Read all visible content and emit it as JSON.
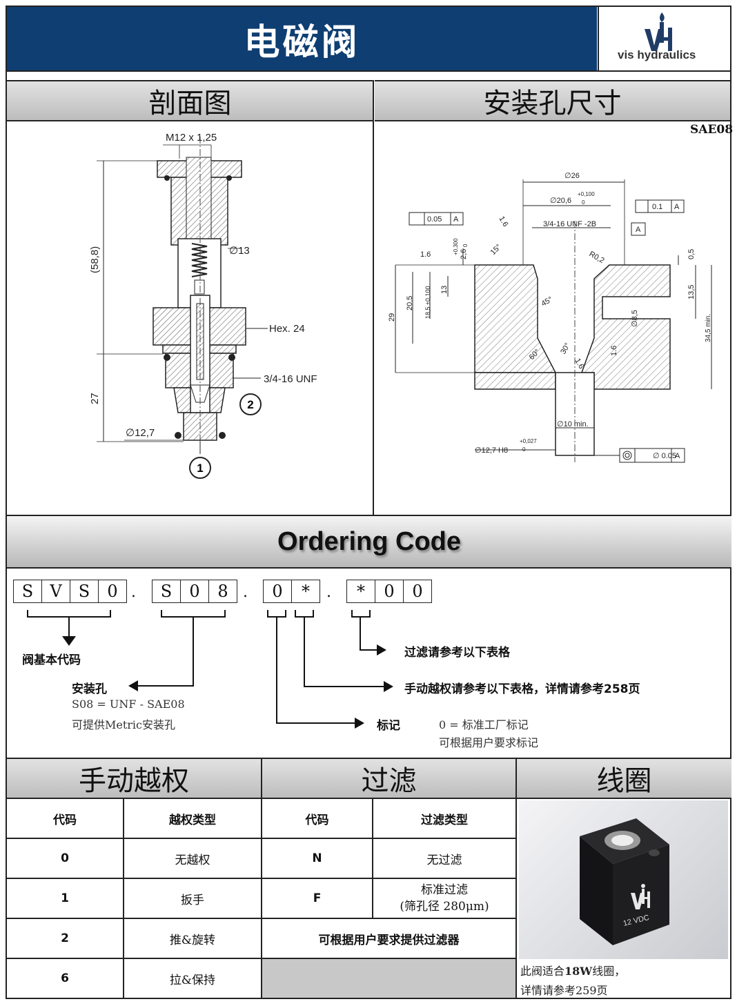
{
  "header": {
    "title": "电磁阀",
    "logo_text": "vis hydraulics"
  },
  "sections": {
    "cross_section": "剖面图",
    "mounting_hole": "安装孔尺寸",
    "cavity_code": "SAE08",
    "ordering": "Ordering Code",
    "override": "手动越权",
    "filter": "过滤",
    "coil": "线圈"
  },
  "cross_section_labels": {
    "thread": "M12 x 1,25",
    "length_top": "(58,8)",
    "diameter_13": "∅13",
    "hex": "Hex. 24",
    "unf": "3/4-16 UNF",
    "length_bottom": "27",
    "diameter_127": "∅12,7",
    "port1": "1",
    "port2": "2"
  },
  "cavity_labels": {
    "d26": "∅26",
    "d206": "∅20,6",
    "d206_tol_upper": "+0,100",
    "d206_tol_lower": "0",
    "unf": "3/4-16 UNF -2B",
    "perp": "0.05",
    "datum": "A",
    "runout": "0.1",
    "r02": "R0,2",
    "ang15": "15°",
    "ang45": "45°",
    "ang60": "60°",
    "ang30": "30°",
    "rough16": "1.6",
    "d85": "∅8,5",
    "d10min": "∅10 min.",
    "d127h8": "∅12,7 H8",
    "d127_tol_upper": "+0,027",
    "d127_tol_lower": "0",
    "conc": "∅ 0.05",
    "v26": "2,6",
    "v26_tol_upper": "+0,300",
    "v26_tol_lower": "0",
    "v13": "13",
    "v185": "18,5 ±0,100",
    "v205": "20,5",
    "v29": "29",
    "v05": "0,5",
    "v135": "13,5",
    "v345": "34,5 min."
  },
  "ordering": {
    "group1": [
      "S",
      "V",
      "S",
      "0"
    ],
    "group2": [
      "S",
      "0",
      "8"
    ],
    "group3": [
      "0",
      "*"
    ],
    "group4": [
      "*",
      "0",
      "0"
    ],
    "separator": ".",
    "base_code": "阀基本代码",
    "mount_hole": "安装孔",
    "mount_line1": "S08 = UNF - SAE08",
    "mount_line2": "可提供Metric安装孔",
    "filter_ref": "过滤请参考以下表格",
    "override_ref": "手动越权请参考以下表格，详情请参考258页",
    "mark": "标记",
    "mark_line1": "0 = 标准工厂标记",
    "mark_line2": "可根据用户要求标记"
  },
  "override_table": {
    "headers": [
      "代码",
      "越权类型"
    ],
    "rows": [
      [
        "0",
        "无越权"
      ],
      [
        "1",
        "扳手"
      ],
      [
        "2",
        "推&旋转"
      ],
      [
        "6",
        "拉&保持"
      ]
    ]
  },
  "filter_table": {
    "headers": [
      "代码",
      "过滤类型"
    ],
    "rows": [
      [
        "N",
        "无过滤"
      ],
      [
        "F",
        "标准过滤",
        "(筛孔径 280μm)"
      ]
    ],
    "custom": "可根据用户要求提供过滤器"
  },
  "coil": {
    "image_label": "12 VDC",
    "note_pre": "此阀适合",
    "note_bold": "18W",
    "note_post": "线圈，",
    "note_line2": "详情请参考259页"
  }
}
